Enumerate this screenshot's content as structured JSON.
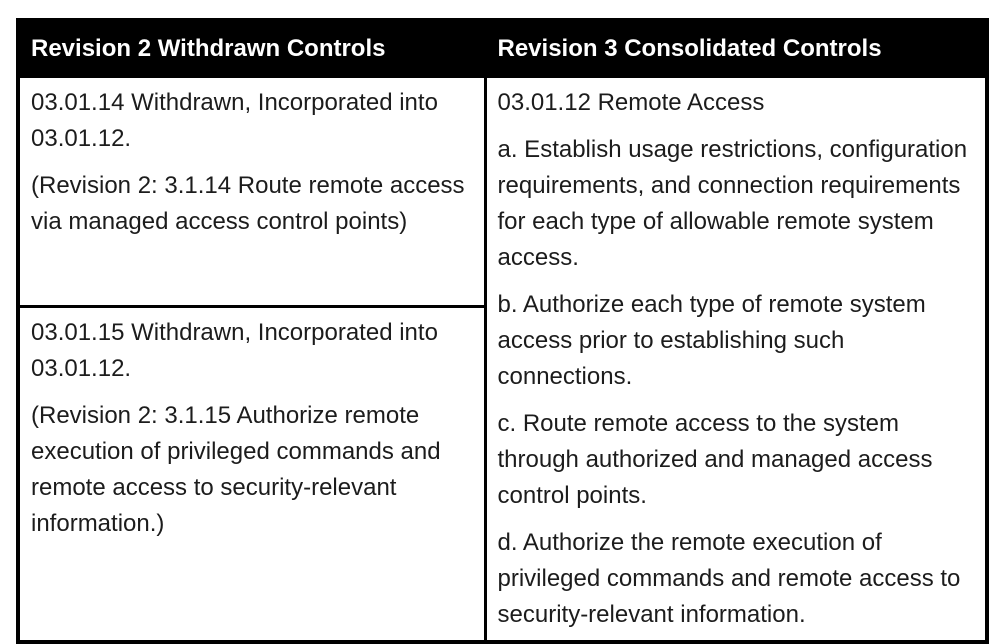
{
  "page": {
    "background_color": "#ffffff",
    "text_color": "#1c1c1c"
  },
  "table": {
    "border_color": "#000000",
    "header": {
      "background_color": "#000000",
      "text_color": "#ffffff",
      "columns": [
        "Revision 2 Withdrawn Controls",
        "Revision 3 Consolidated Controls"
      ]
    },
    "left_cells": [
      {
        "paragraphs": [
          "03.01.14 Withdrawn, Incorporated into 03.01.12.",
          "(Revision 2: 3.1.14 Route remote access via managed access control points)"
        ]
      },
      {
        "paragraphs": [
          "03.01.15 Withdrawn, Incorporated into 03.01.12.",
          "(Revision 2: 3.1.15 Authorize remote execution of privileged commands and remote access to security-relevant information.)"
        ]
      }
    ],
    "right_cell": {
      "paragraphs": [
        "03.01.12 Remote Access",
        "a. Establish usage restrictions, configuration requirements, and connection requirements for each type of allowable remote system access.",
        "b. Authorize each type of remote system access prior to establishing such connections.",
        "c. Route remote access to the system through authorized and managed access control points.",
        "d. Authorize the remote execution of privileged commands and remote access to security-relevant information."
      ]
    }
  }
}
